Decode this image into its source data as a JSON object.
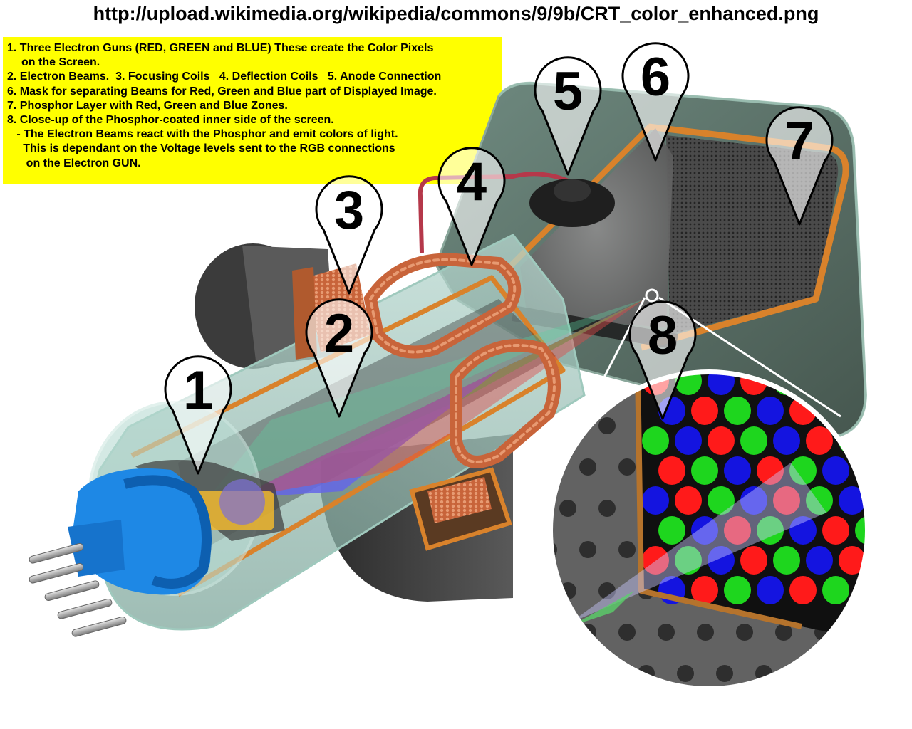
{
  "source_url": "http://upload.wikimedia.org/wikipedia/commons/9/9b/CRT_color_enhanced.png",
  "legend": [
    "1. Three Electron Guns (RED, GREEN and BLUE) These create the Color Pixels",
    "on the Screen.",
    "2. Electron Beams.  3. Focusing Coils   4. Deflection Coils   5. Anode Connection",
    "6. Mask for separating Beams for Red, Green and Blue part of Displayed Image.",
    "7. Phosphor Layer with Red, Green and Blue Zones.",
    "8. Close-up of the Phosphor-coated inner side of the screen.",
    "   - The Electron Beams react with the Phosphor and emit colors of light.",
    "     This is dependant on the Voltage levels sent to the RGB connections",
    "      on the Electron GUN."
  ],
  "markers": [
    "1",
    "2",
    "3",
    "4",
    "5",
    "6",
    "7",
    "8"
  ],
  "colors": {
    "legend_bg": "#ffff00",
    "phosphor_red": "#ff1a1a",
    "phosphor_green": "#1ed61e",
    "phosphor_blue": "#1414e0",
    "copper": "#c8643a",
    "gun_socket": "#1e88e5",
    "tube_trim": "#d9822b"
  }
}
